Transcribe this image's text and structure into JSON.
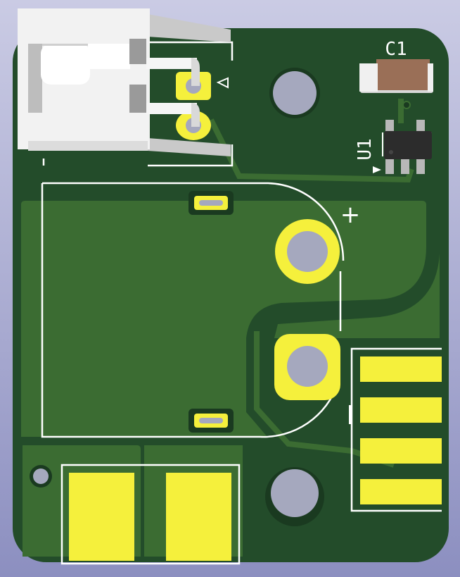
{
  "view": {
    "background_top": "#cacbe4",
    "background_bottom": "#8c8fc0"
  },
  "colors": {
    "board": "#234c2a",
    "copper": "#3b6c32",
    "pad": "#f5f03c",
    "drill": "#a5a8be",
    "silkscreen": "#ffffff",
    "cap_body": "#9a6f57",
    "ic_body": "#2c2c2c",
    "ic_lead": "#b8b8b8",
    "connector": "#eeeeee"
  },
  "labels": {
    "cap_ref": "C1",
    "ic_ref": "U1",
    "polarity": "+"
  },
  "icons": {
    "pin1_marker": "triangle-outline",
    "ic_pin1_marker": "triangle-filled"
  }
}
